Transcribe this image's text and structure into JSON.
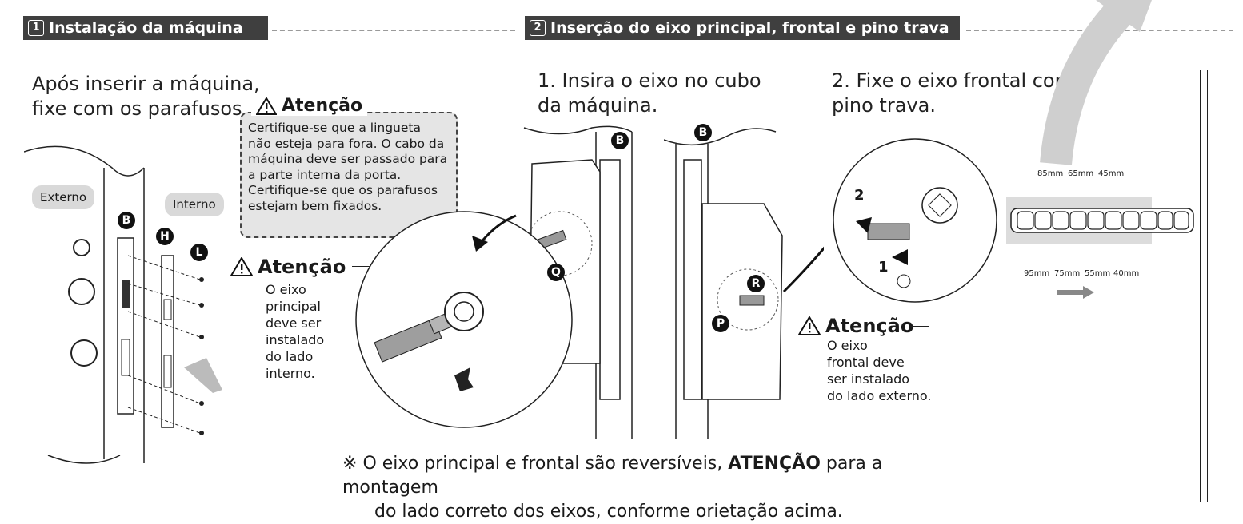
{
  "section1": {
    "number": "1",
    "title": "Instalação da máquina"
  },
  "section2": {
    "number": "2",
    "title": "Inserção do eixo principal, frontal e pino trava"
  },
  "step0": {
    "line1": "Após inserir a máquina,",
    "line2": "fixe com os parafusos."
  },
  "attention_box": {
    "title": "Atenção",
    "lines": [
      "Certifique-se que a lingueta",
      "não esteja para fora. O cabo da",
      "máquina deve ser passado para",
      "a parte interna da porta.",
      "Certifique-se que os parafusos",
      "estejam bem fixados."
    ]
  },
  "labels": {
    "externo": "Externo",
    "interno": "Interno"
  },
  "badges": {
    "b": "B",
    "h": "H",
    "l": "L",
    "q": "Q",
    "r": "R",
    "p": "P"
  },
  "attention_main": {
    "title": "Atenção",
    "lines": [
      "O eixo",
      "principal",
      "deve ser",
      "instalado",
      "do lado",
      "interno."
    ]
  },
  "step1": {
    "line1": "1. Insira o eixo no cubo",
    "line2": "da máquina."
  },
  "step2": {
    "line1": "2. Fixe o eixo frontal com o",
    "line2": "pino trava."
  },
  "attention_front": {
    "title": "Atenção",
    "lines": [
      "O eixo",
      "frontal deve",
      "ser instalado",
      "do lado externo."
    ]
  },
  "detail_numbers": {
    "n1": "1",
    "n2": "2"
  },
  "sizes_top": [
    "85mm",
    "65mm",
    "45mm"
  ],
  "sizes_bottom": [
    "95mm",
    "75mm",
    "55mm",
    "40mm"
  ],
  "footnote": {
    "mark": "※",
    "pre": "O eixo principal e frontal são reversíveis,",
    "bold": "ATENÇÃO",
    "post": "para a montagem",
    "line2": "do lado correto dos eixos, conforme orietação acima."
  },
  "colors": {
    "header_bg": "#3f3f3f",
    "pill_bg": "#d9d9d9",
    "attention_bg": "#e5e5e5",
    "arrow_gray": "#c9c9c9"
  }
}
